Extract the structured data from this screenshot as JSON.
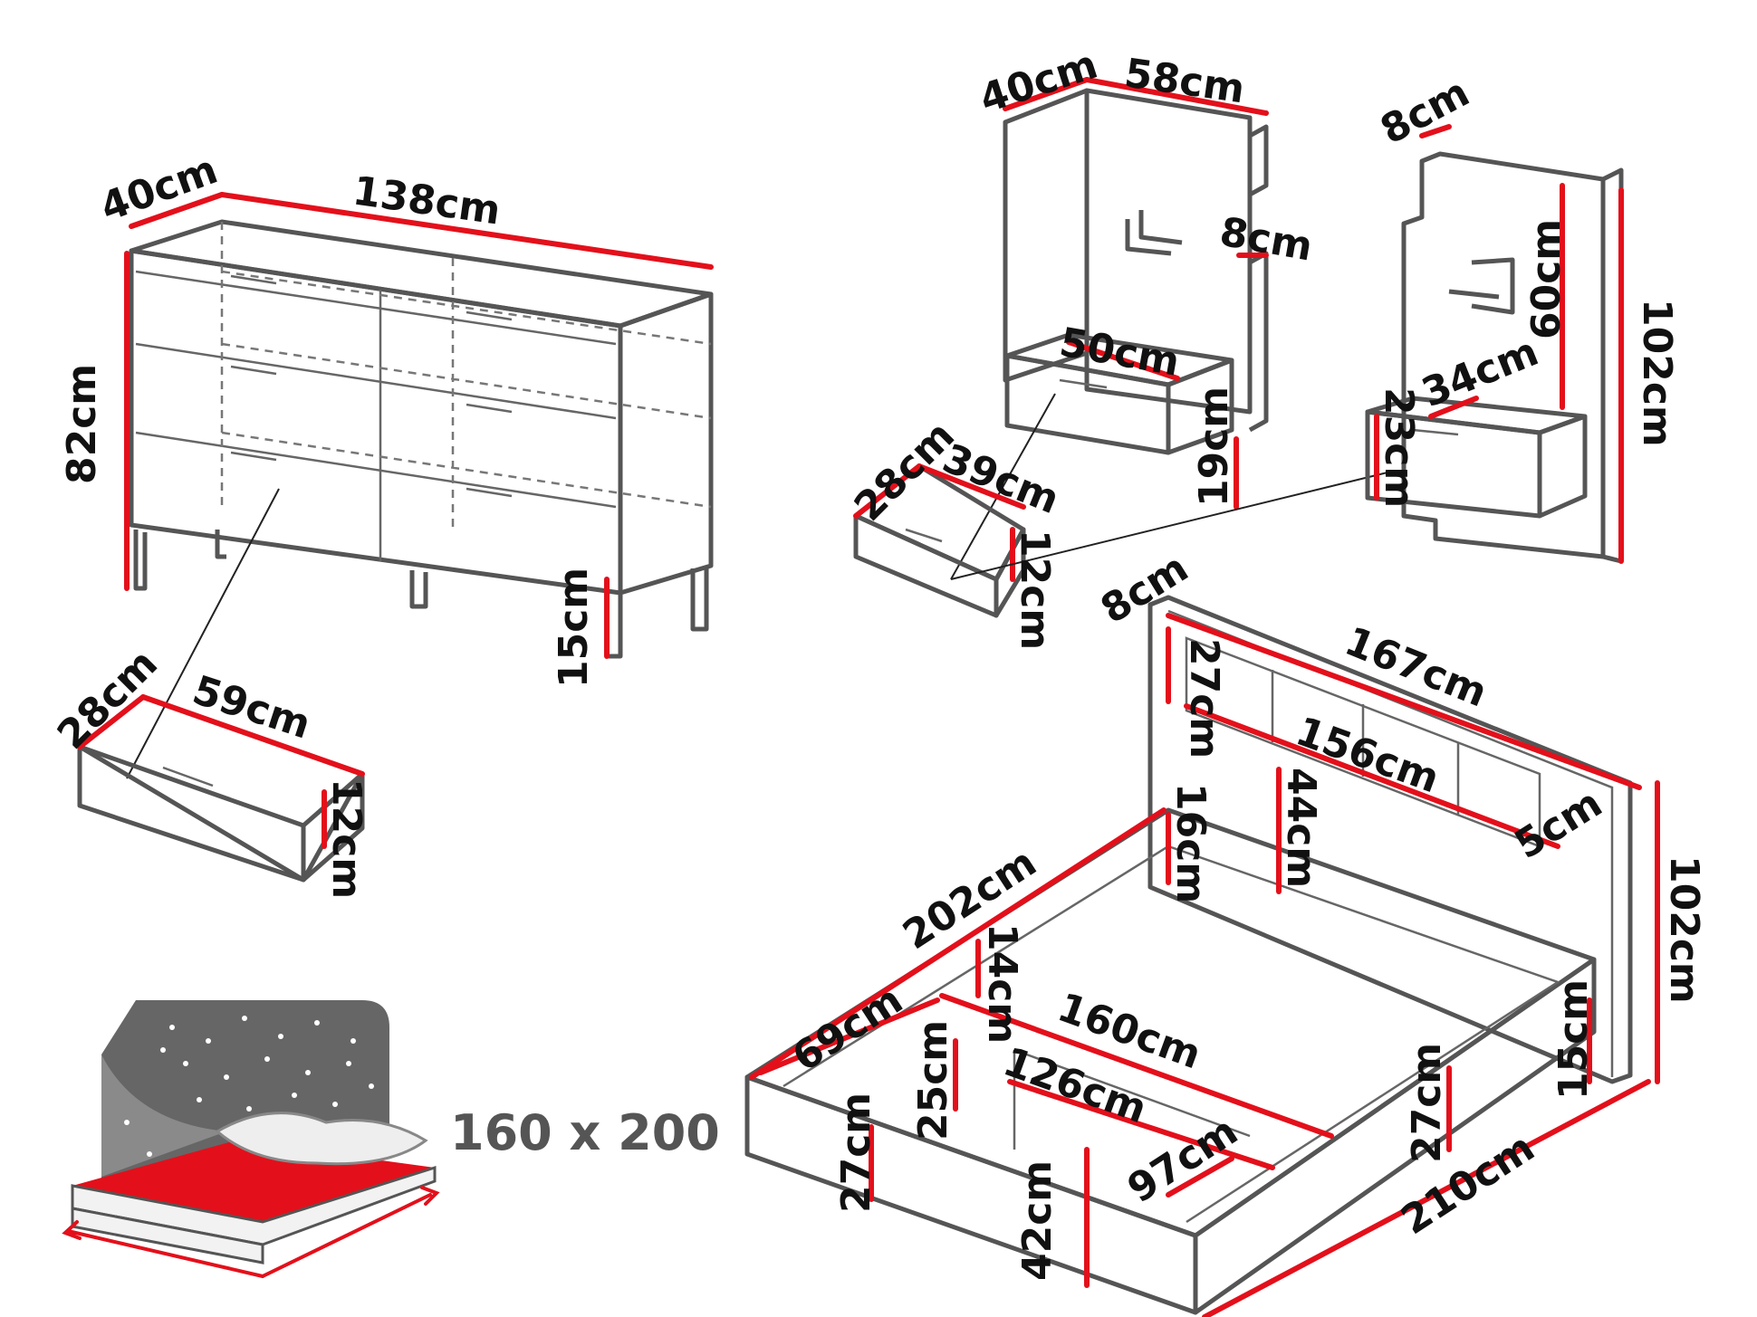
{
  "colors": {
    "accent": "#e3101b",
    "outline": "#555555",
    "text": "#111111",
    "size_text": "#555555"
  },
  "dresser": {
    "depth": "40cm",
    "width": "138cm",
    "height": "82cm",
    "leg_height": "15cm",
    "drawer": {
      "depth": "28cm",
      "width": "59cm",
      "height": "12cm"
    }
  },
  "nightstand_front": {
    "depth": "40cm",
    "width": "58cm",
    "panel_thickness": "8cm",
    "top_width": "50cm",
    "top_height": "19cm",
    "drawer": {
      "depth": "28cm",
      "width": "39cm",
      "height": "12cm"
    }
  },
  "nightstand_side": {
    "panel_thickness": "8cm",
    "panel_height": "60cm",
    "total_height": "102cm",
    "depth": "34cm",
    "box_height": "23cm"
  },
  "bed": {
    "headboard_thickness": "8cm",
    "headboard_width": "167cm",
    "panel_height": "27cm",
    "panel_width": "156cm",
    "headboard_section": "44cm",
    "shelf_depth": "5cm",
    "frame_top": "16cm",
    "total_height": "102cm",
    "length": "202cm",
    "side_rail": "14cm",
    "inner_width": "160cm",
    "storage_width": "69cm",
    "storage_height": "25cm",
    "inner_storage_width": "126cm",
    "inner_depth": "97cm",
    "side_height": "27cm",
    "front_height": "27cm",
    "base_height": "42cm",
    "right_height": "27cm",
    "foot_height": "15cm",
    "total_length": "210cm"
  },
  "mattress": {
    "size": "160 x 200"
  }
}
